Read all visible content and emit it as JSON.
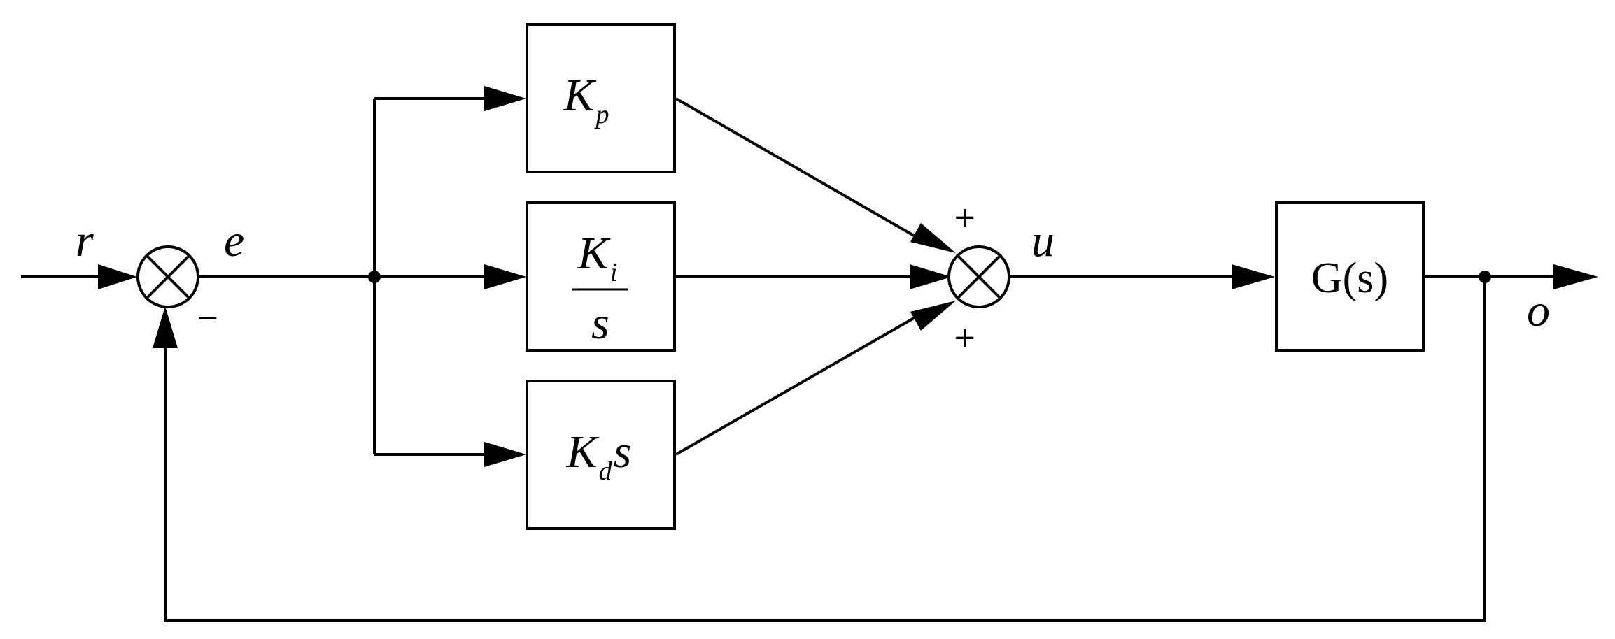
{
  "signals": {
    "reference": "r",
    "error": "e",
    "control": "u",
    "output": "o"
  },
  "blocks": {
    "proportional": {
      "main": "K",
      "sub": "p"
    },
    "integral": {
      "main": "K",
      "sub": "i",
      "denominator": "s"
    },
    "derivative": {
      "main": "K",
      "sub": "d",
      "suffix": "s"
    },
    "plant": "G(s)"
  },
  "signs": {
    "feedback": "−",
    "sum_top": "+",
    "sum_bottom": "+"
  },
  "colors": {
    "line": "#000000",
    "background": "#ffffff"
  }
}
